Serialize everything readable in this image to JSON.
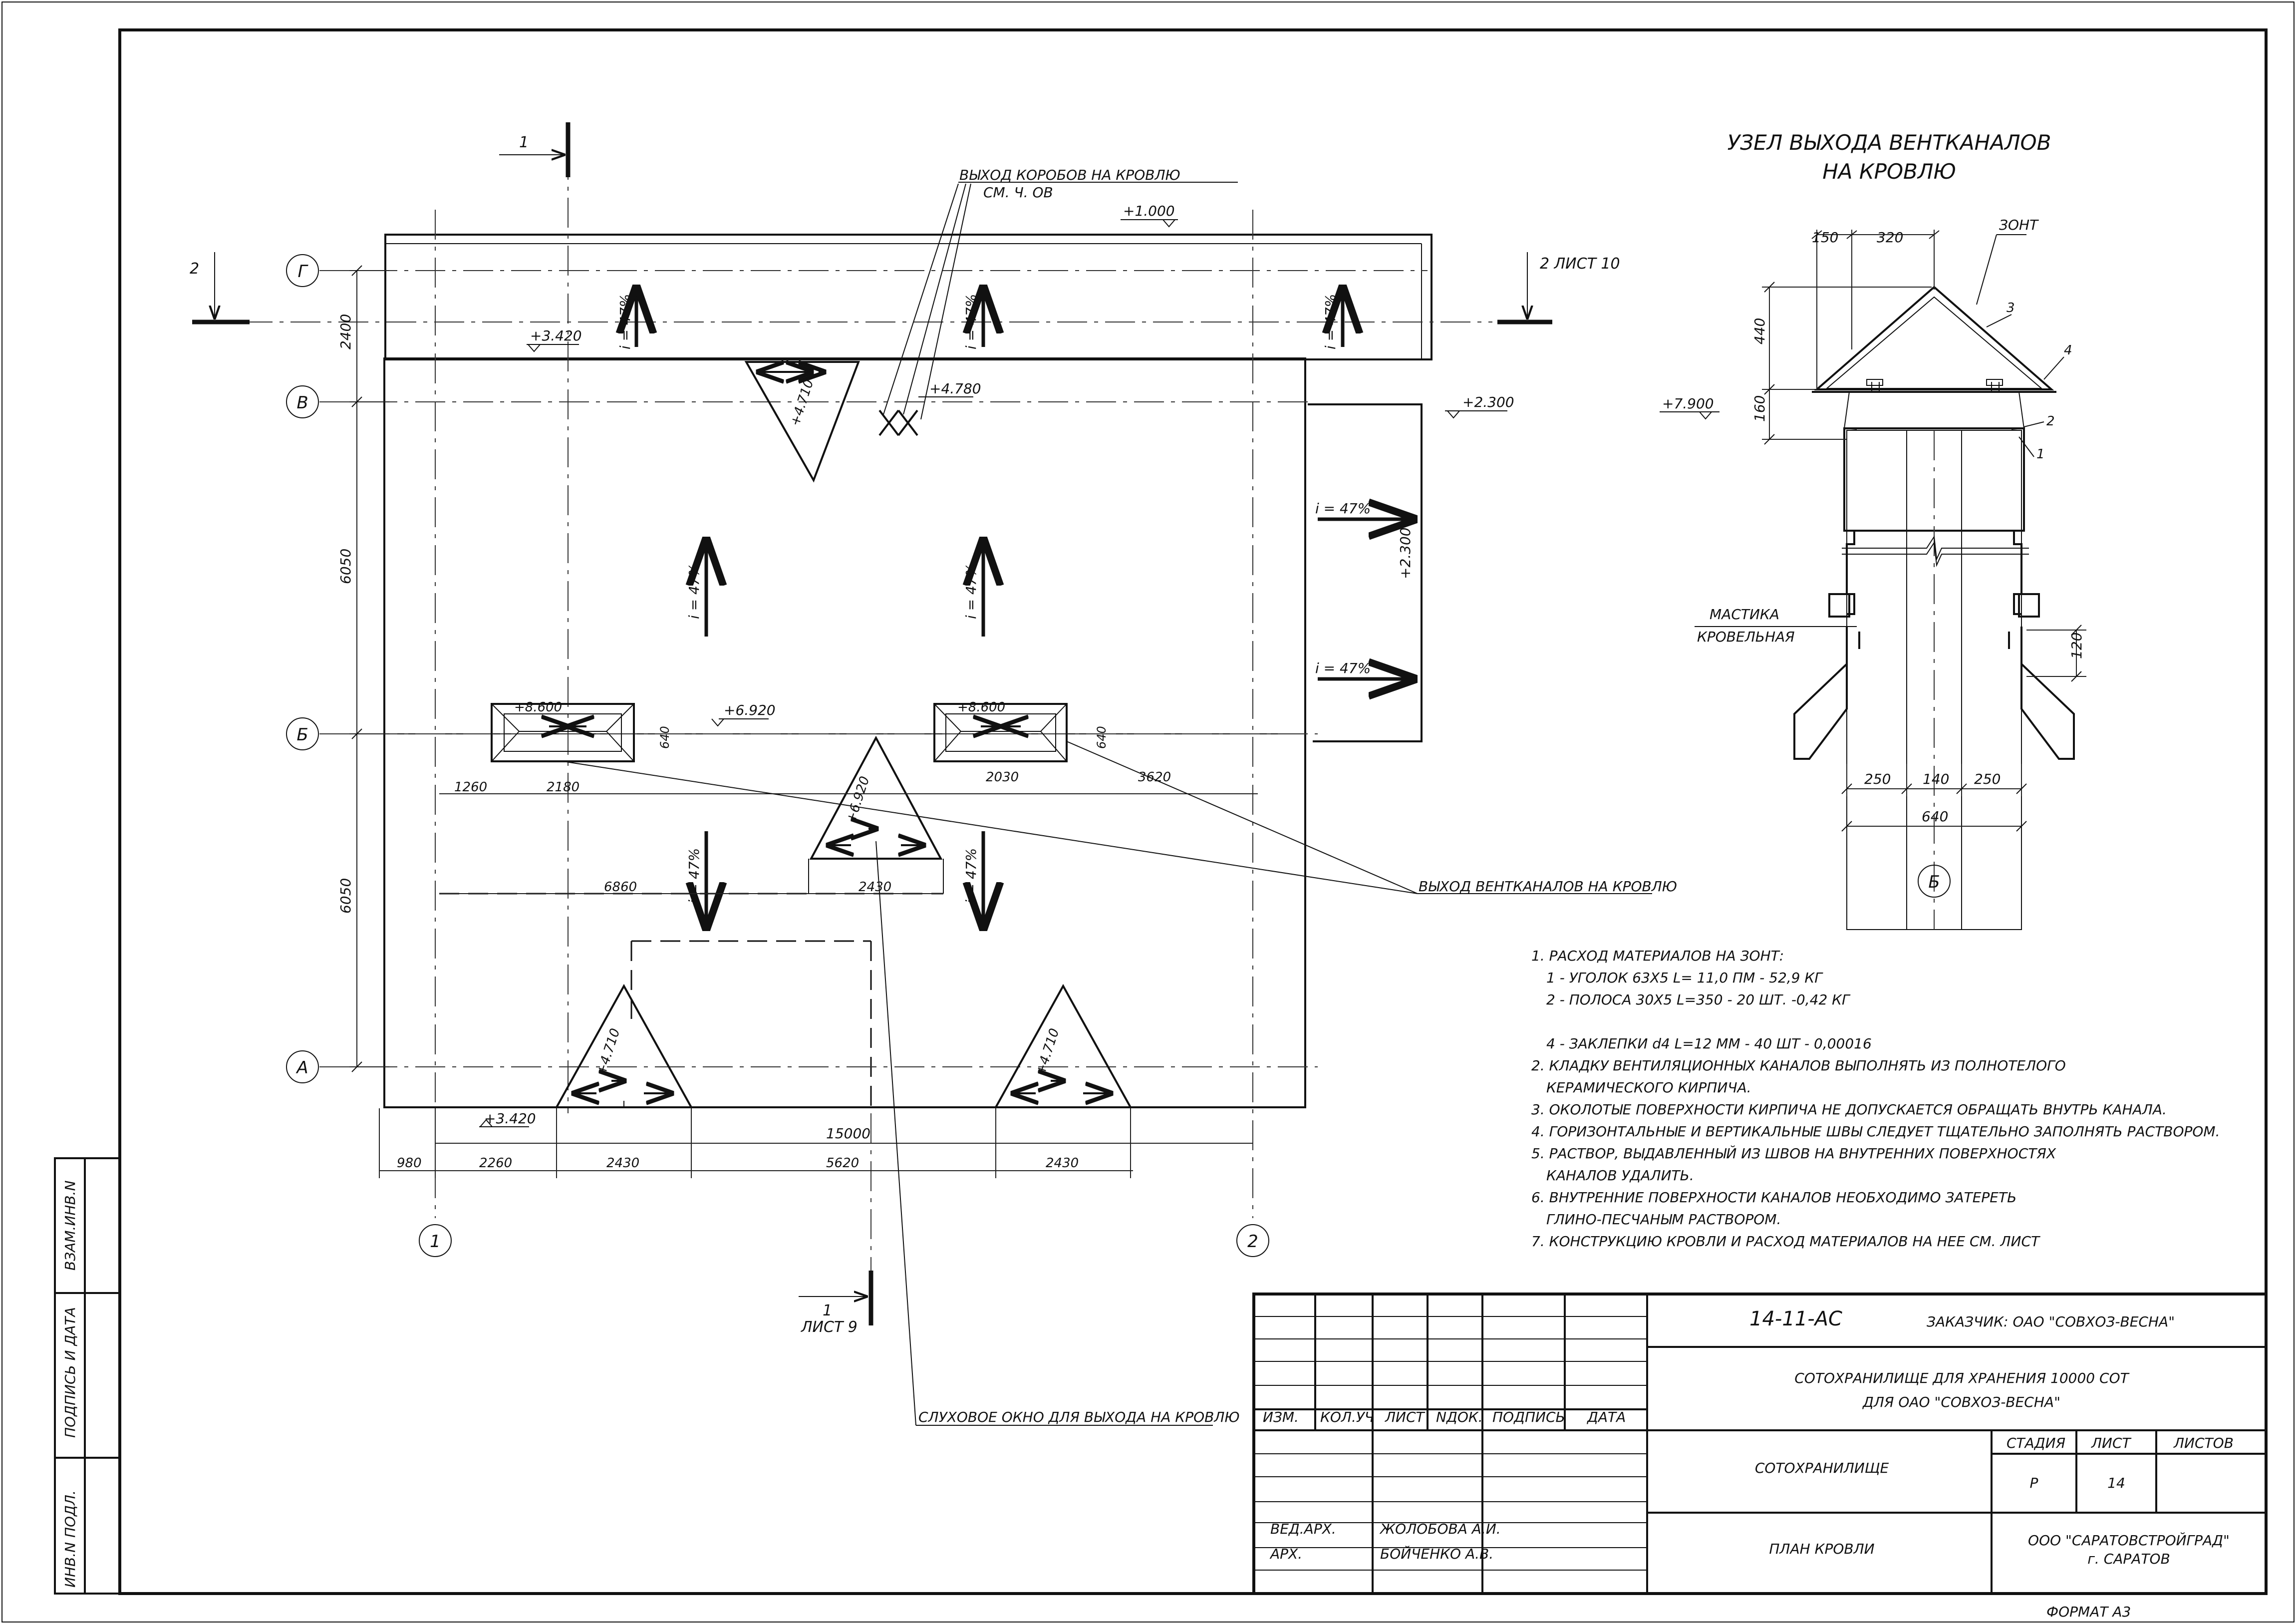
{
  "plan": {
    "levels": {
      "ridge_left": "+3.420",
      "eave_bottom": "+3.420",
      "top_canopy": "+1.000",
      "right_canopy": "+2.300",
      "right_canopy_vertical": "+2.300",
      "dormer_top": "+4.710",
      "duct_exit": "+4.780",
      "ventbox_left": "+8.600",
      "ventbox_right": "+8.600",
      "center": "+6.920",
      "dormer_center": "+6.920",
      "dormer_bl": "+4.710",
      "dormer_br": "+4.710"
    },
    "slope": "i = 47%",
    "axes": {
      "g": "Г",
      "v": "В",
      "b": "Б",
      "a": "А",
      "one": "1",
      "two": "2"
    },
    "dims": {
      "left_2400": "2400",
      "left_6050_top": "6050",
      "left_6050_bottom": "6050",
      "d_1260": "1260",
      "d_2180": "2180",
      "d_2030": "2030",
      "d_3620": "3620",
      "d_640_left": "640",
      "d_640_right": "640",
      "d_6860": "6860",
      "d_2430_mid": "2430",
      "total": "15000",
      "b_980": "980",
      "b_2260": "2260",
      "b_2430_a": "2430",
      "b_5620": "5620",
      "b_2430_b": "2430"
    },
    "sections": {
      "s1_top": "1",
      "s2_left": "2",
      "s2_right": "2 ЛИСТ 10",
      "s1_bottom": "1",
      "s1_bottom_sheet": "ЛИСТ 9"
    },
    "callouts": {
      "duct_boxes_line1": "ВЫХОД КОРОБОВ НА КРОВЛЮ",
      "duct_boxes_line2": "СМ. Ч. ОВ",
      "vent_exit": "ВЫХОД ВЕНТКАНАЛОВ НА КРОВЛЮ",
      "dormer": "СЛУХОВОЕ ОКНО ДЛЯ ВЫХОДА НА КРОВЛЮ"
    }
  },
  "detail": {
    "title_line1": "УЗЕЛ ВЫХОДА ВЕНТКАНАЛОВ",
    "title_line2": "НА КРОВЛЮ",
    "zont": "ЗОНТ",
    "dim_150": "150",
    "dim_320": "320",
    "dim_440": "440",
    "dim_160": "160",
    "level": "+7.900",
    "dim_120": "120",
    "dim_250_left": "250",
    "dim_140": "140",
    "dim_250_right": "250",
    "dim_640": "640",
    "mark_1": "1",
    "mark_2": "2",
    "mark_3": "3",
    "mark_4": "4",
    "mastic_line1": "МАСТИКА",
    "mastic_line2": "КРОВЕЛЬНАЯ",
    "axis": "Б"
  },
  "notes": [
    "1. РАСХОД МАТЕРИАЛОВ НА ЗОНТ:",
    "1 - УГОЛОК 63Х5  L= 11,0 ПМ  -  52,9 КГ",
    "2 - ПОЛОСА 30Х5  L=350  -  20 ШТ. -0,42 КГ",
    "4 - ЗАКЛЕПКИ d4 L=12 ММ - 40 ШТ - 0,00016",
    "2. КЛАДКУ ВЕНТИЛЯЦИОННЫХ КАНАЛОВ ВЫПОЛНЯТЬ ИЗ ПОЛНОТЕЛОГО",
    "КЕРАМИЧЕСКОГО КИРПИЧА.",
    "3. ОКОЛОТЫЕ ПОВЕРХНОСТИ КИРПИЧА НЕ ДОПУСКАЕТСЯ ОБРАЩАТЬ ВНУТРЬ КАНАЛА.",
    "4. ГОРИЗОНТАЛЬНЫЕ И ВЕРТИКАЛЬНЫЕ ШВЫ СЛЕДУЕТ ТЩАТЕЛЬНО ЗАПОЛНЯТЬ РАСТВОРОМ.",
    "5. РАСТВОР,  ВЫДАВЛЕННЫЙ ИЗ ШВОВ НА ВНУТРЕННИХ ПОВЕРХНОСТЯХ",
    "КАНАЛОВ УДАЛИТЬ.",
    "6. ВНУТРЕННИЕ ПОВЕРХНОСТИ КАНАЛОВ НЕОБХОДИМО ЗАТЕРЕТЬ",
    "ГЛИНО-ПЕСЧАНЫМ РАСТВОРОМ.",
    "7. КОНСТРУКЦИЮ КРОВЛИ  И РАСХОД МАТЕРИАЛОВ НА НЕЕ СМ. ЛИСТ"
  ],
  "stamp": {
    "code": "14-11-АС",
    "customer": "ЗАКАЗЧИК: ОАО \"СОВХОЗ-ВЕСНА\"",
    "project_line1": "СОТОХРАНИЛИЩЕ ДЛЯ ХРАНЕНИЯ 10000 СОТ",
    "project_line2": "ДЛЯ ОАО \"СОВХОЗ-ВЕСНА\"",
    "col_izm": "ИЗМ.",
    "col_kolch": "КОЛ.УЧ",
    "col_list": "ЛИСТ",
    "col_ndok": "NДОК.",
    "col_podpis": "ПОДПИСЬ",
    "col_data": "ДАТА",
    "object": "СОТОХРАНИЛИЩЕ",
    "stage_label": "СТАДИЯ",
    "sheet_label": "ЛИСТ",
    "sheets_label": "ЛИСТОВ",
    "stage": "Р",
    "sheet": "14",
    "role1": "ВЕД.АРХ.",
    "name1": "ЖОЛОБОВА А.И.",
    "role2": "АРХ.",
    "name2": "БОЙЧЕНКО А.В.",
    "drawing": "ПЛАН КРОВЛИ",
    "org_line1": "ООО \"САРАТОВСТРОЙГРАД\"",
    "org_line2": "г. САРАТОВ",
    "format": "ФОРМАТ А3"
  },
  "side_stamp": {
    "vzam": "ВЗАМ.ИНВ.N",
    "podpis": "ПОДПИСЬ И ДАТА",
    "inv": "ИНВ.N ПОДЛ."
  }
}
